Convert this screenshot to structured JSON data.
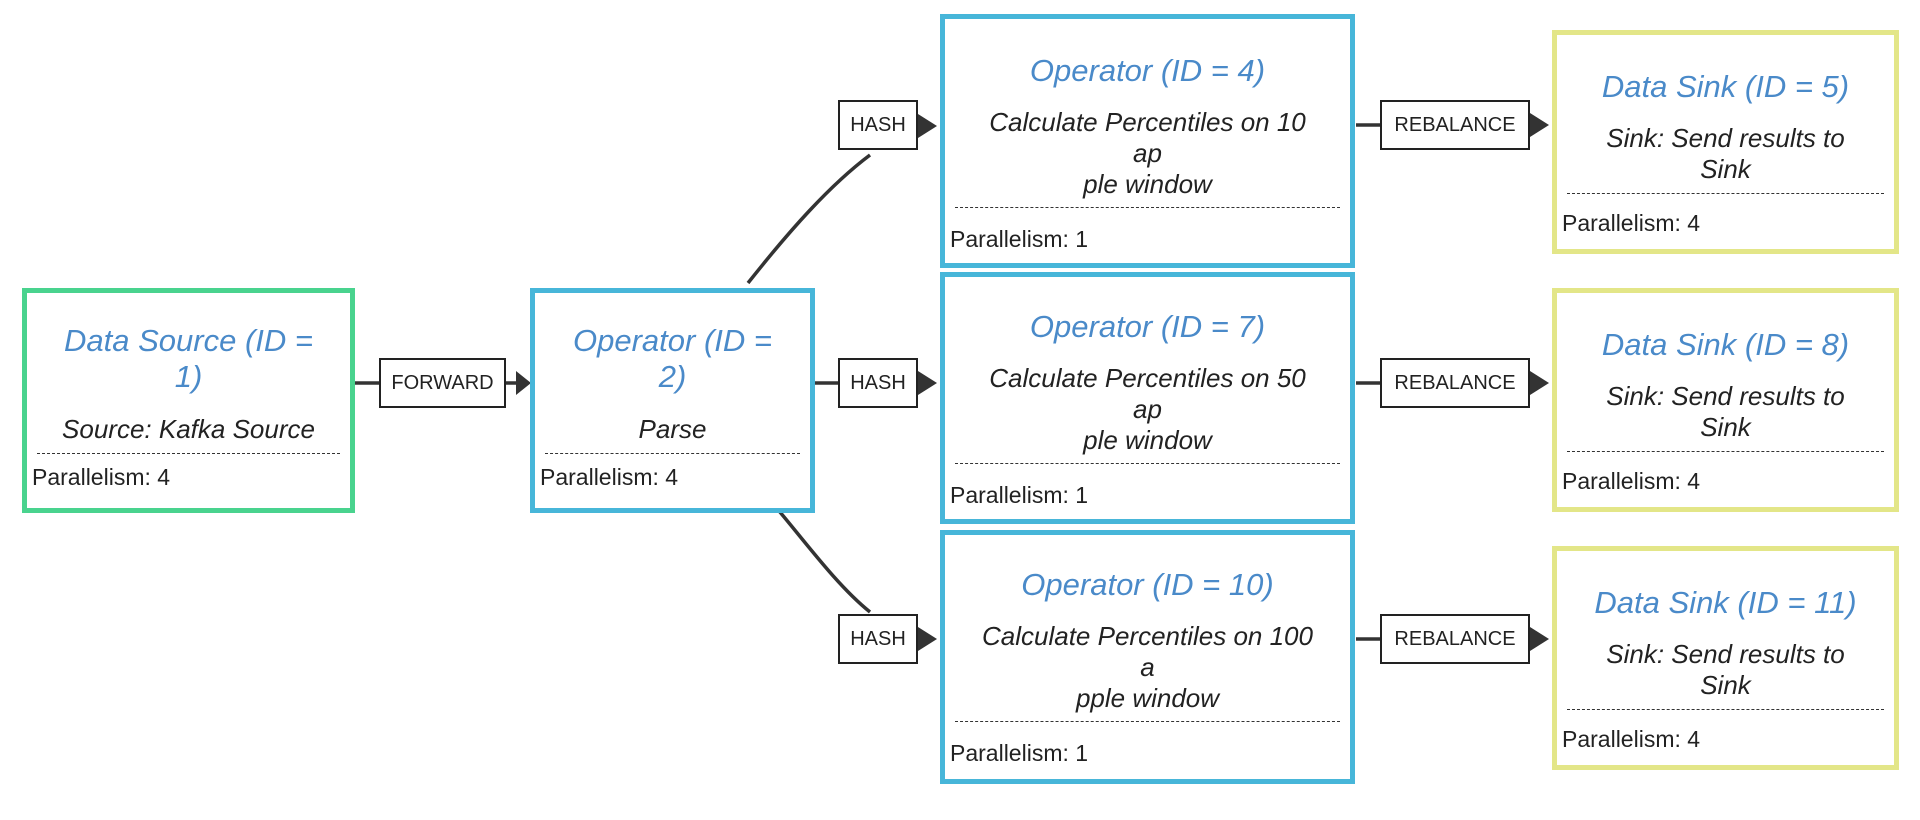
{
  "colors": {
    "source_border": "#49d38e",
    "operator_border": "#47b6d9",
    "sink_border": "#e3e688",
    "title_text": "#4a8ac9",
    "edge": "#333333"
  },
  "nodes": {
    "source_1": {
      "title": "Data Source (ID = 1)",
      "title_lines": [
        "Data Source (ID =",
        "1)"
      ],
      "desc_lines": [
        "Source: Kafka Source"
      ],
      "parallelism": "Parallelism: 4"
    },
    "operator_2": {
      "title": "Operator (ID = 2)",
      "title_lines": [
        "Operator (ID =",
        "2)"
      ],
      "desc_lines": [
        "Parse"
      ],
      "parallelism": "Parallelism: 4"
    },
    "operator_4": {
      "title": "Operator (ID = 4)",
      "title_lines": [
        "Operator (ID = 4)"
      ],
      "desc_lines": [
        "Calculate Percentiles on 10",
        "ap",
        "ple window"
      ],
      "parallelism": "Parallelism: 1"
    },
    "operator_7": {
      "title": "Operator (ID = 7)",
      "title_lines": [
        "Operator (ID = 7)"
      ],
      "desc_lines": [
        "Calculate Percentiles on 50",
        "ap",
        "ple window"
      ],
      "parallelism": "Parallelism: 1"
    },
    "operator_10": {
      "title": "Operator (ID = 10)",
      "title_lines": [
        "Operator (ID = 10)"
      ],
      "desc_lines": [
        "Calculate Percentiles on 100",
        "a",
        "pple window"
      ],
      "parallelism": "Parallelism: 1"
    },
    "sink_5": {
      "title": "Data Sink (ID = 5)",
      "title_lines": [
        "Data Sink (ID = 5)"
      ],
      "desc_lines": [
        "Sink: Send results to",
        "Sink"
      ],
      "parallelism": "Parallelism: 4"
    },
    "sink_8": {
      "title": "Data Sink (ID = 8)",
      "title_lines": [
        "Data Sink (ID = 8)"
      ],
      "desc_lines": [
        "Sink: Send results to",
        "Sink"
      ],
      "parallelism": "Parallelism: 4"
    },
    "sink_11": {
      "title": "Data Sink (ID = 11)",
      "title_lines": [
        "Data Sink (ID = 11)"
      ],
      "desc_lines": [
        "Sink: Send results to",
        "Sink"
      ],
      "parallelism": "Parallelism: 4"
    }
  },
  "edges": {
    "e_1_2": {
      "from": "Data Source (ID = 1)",
      "to": "Operator (ID = 2)",
      "label": "FORWARD"
    },
    "e_2_4": {
      "from": "Operator (ID = 2)",
      "to": "Operator (ID = 4)",
      "label": "HASH"
    },
    "e_2_7": {
      "from": "Operator (ID = 2)",
      "to": "Operator (ID = 7)",
      "label": "HASH"
    },
    "e_2_10": {
      "from": "Operator (ID = 2)",
      "to": "Operator (ID = 10)",
      "label": "HASH"
    },
    "e_4_5": {
      "from": "Operator (ID = 4)",
      "to": "Data Sink (ID = 5)",
      "label": "REBALANCE"
    },
    "e_7_8": {
      "from": "Operator (ID = 7)",
      "to": "Data Sink (ID = 8)",
      "label": "REBALANCE"
    },
    "e_10_11": {
      "from": "Operator (ID = 10)",
      "to": "Data Sink (ID = 11)",
      "label": "REBALANCE"
    }
  }
}
